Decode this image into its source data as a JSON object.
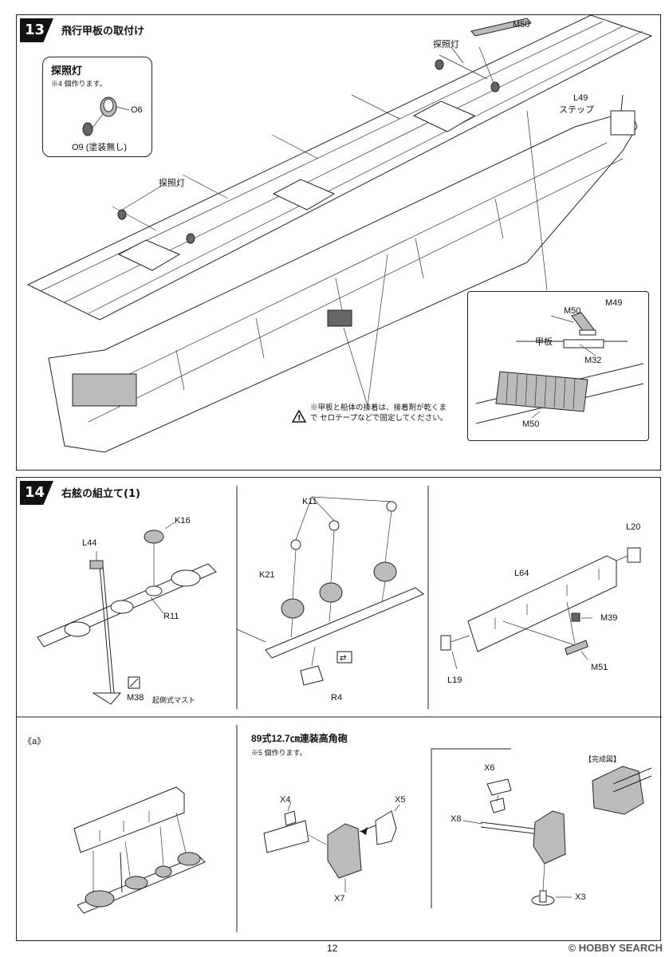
{
  "page_number": "12",
  "watermark": "© HOBBY SEARCH",
  "step13": {
    "number": "13",
    "title": "飛行甲板の取付け",
    "light_box": {
      "title": "探照灯",
      "note": "※4 個作ります。",
      "part_a": "O6",
      "part_b": "O9 (塗装無し)"
    },
    "label_light_top": "探照灯",
    "label_light_left": "探照灯",
    "label_m50": "M50",
    "label_l49": "L49",
    "label_step": "ステップ",
    "caution": "※甲板と船体の接着は、接着剤が乾くまで セロテープなどで固定してください。",
    "detail": {
      "m50": "M50",
      "m49": "M49",
      "deck": "甲板",
      "m32": "M32",
      "m50_bottom": "M50"
    }
  },
  "step14": {
    "number": "14",
    "title": "右舷の組立て(1)",
    "p1": {
      "l44": "L44",
      "k16": "K16",
      "r11": "R11",
      "m38": "M38",
      "m38_note": "起倒式マスト"
    },
    "p2": {
      "k11": "K11",
      "k21": "K21",
      "r4": "R4"
    },
    "p3": {
      "l20": "L20",
      "l64": "L64",
      "m39": "M39",
      "l19": "L19",
      "m51": "M51"
    },
    "p4": {
      "label": "《a》"
    },
    "gun": {
      "title": "89式12.7㎝連装高角砲",
      "note": "※5 個作ります。",
      "x4": "X4",
      "x5": "X5",
      "x7": "X7",
      "x6": "X6",
      "x8": "X8",
      "x3": "X3",
      "complete": "【完成図】"
    }
  }
}
